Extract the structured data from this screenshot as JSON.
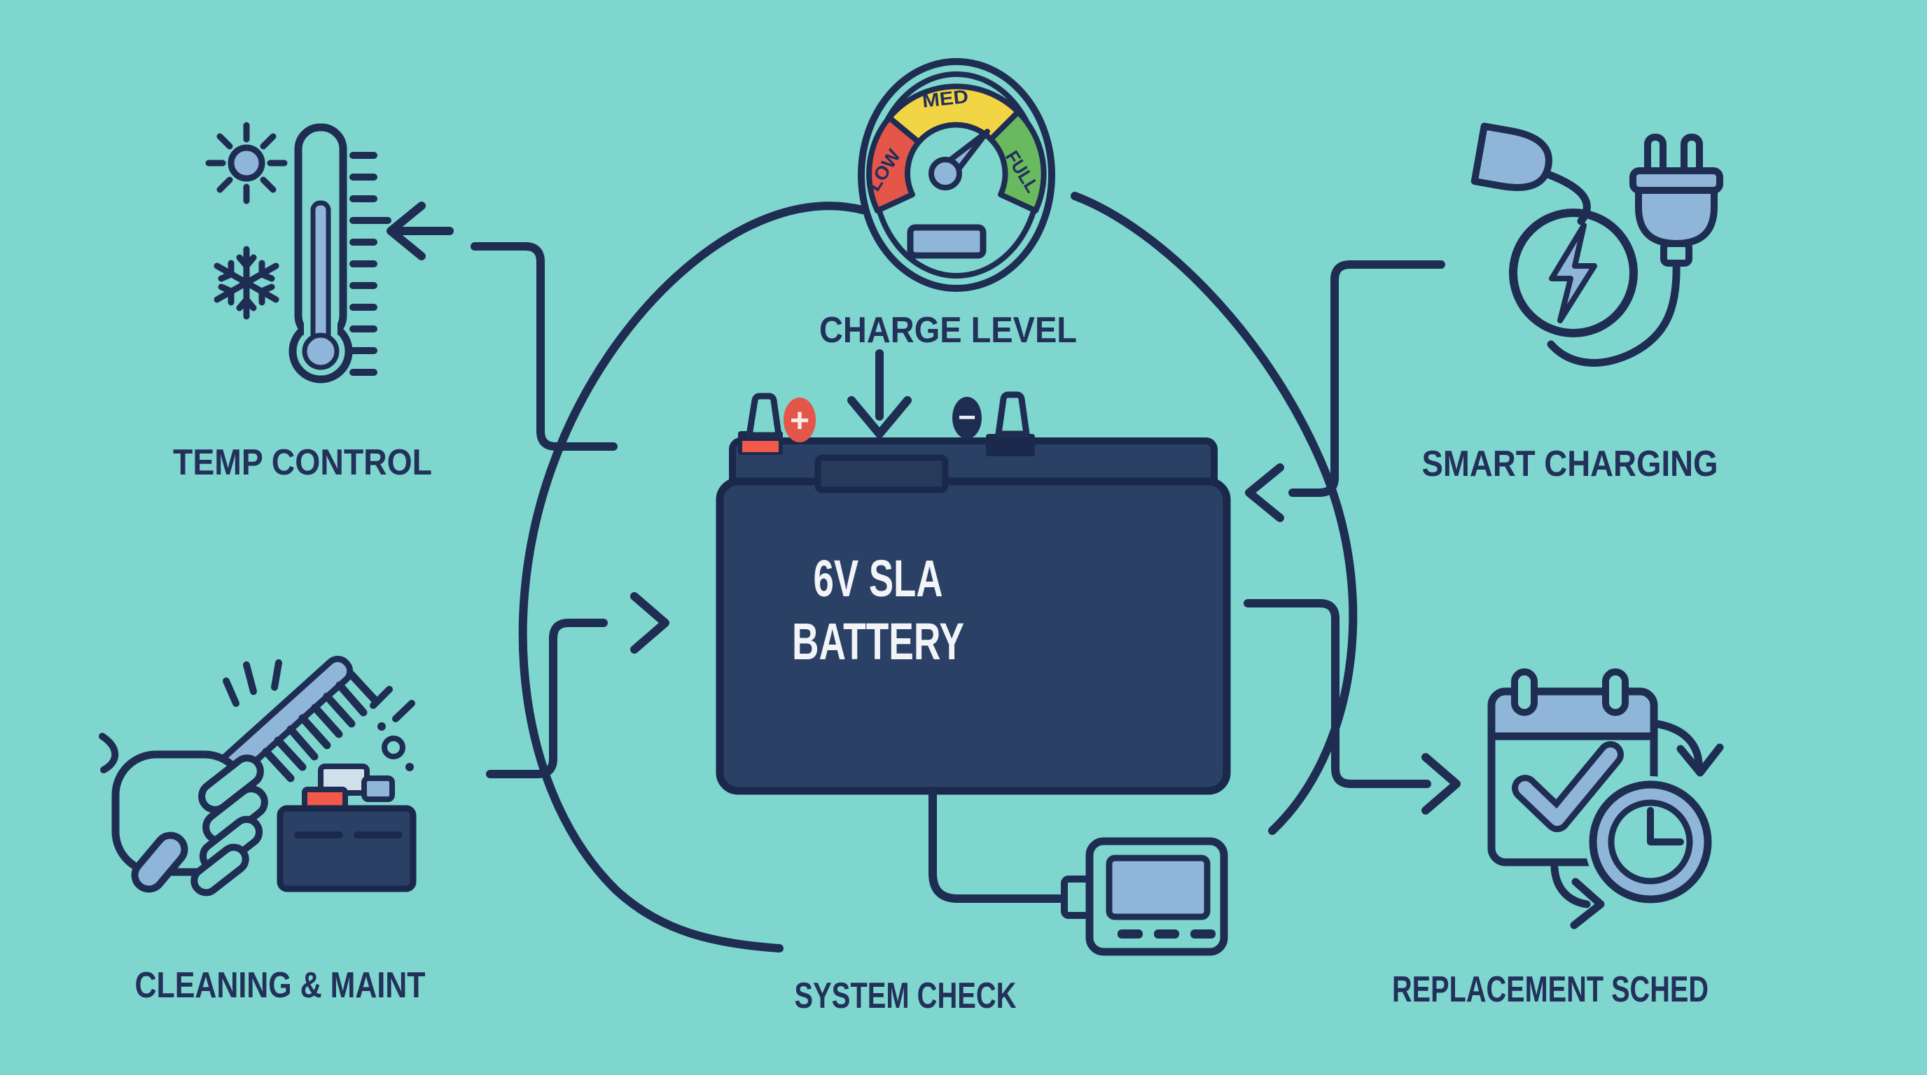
{
  "diagram": {
    "type": "hub-and-spoke battery maintenance infographic",
    "background_color": "#7fd6ce",
    "outline_color": "#1f2d52",
    "accent_light_blue": "#8fb6d8",
    "accent_red": "#e4564a",
    "accent_yellow": "#f2d545",
    "accent_green": "#69b95e",
    "battery_fill": "#2b4065",
    "battery_text_color": "#f2f4f7"
  },
  "labels": {
    "charge_level": "CHARGE LEVEL",
    "temp_control": "TEMP CONTROL",
    "smart_charging": "SMART CHARGING",
    "cleaning_maint": "CLEANING & MAINT",
    "system_check": "SYSTEM CHECK",
    "replacement_sched": "REPLACEMENT SCHED",
    "battery_line1": "6V SLA",
    "battery_line2": "BATTERY",
    "gauge_low": "LOW",
    "gauge_med": "MED",
    "gauge_full": "FULL",
    "terminal_positive": "+",
    "terminal_negative": "−"
  },
  "nodes": [
    {
      "id": "charge-level",
      "label": "CHARGE LEVEL",
      "icon": "gauge-icon",
      "position": "top-center"
    },
    {
      "id": "temp-control",
      "label": "TEMP CONTROL",
      "icon": "thermometer-sun-snowflake-icon",
      "position": "top-left"
    },
    {
      "id": "smart-charging",
      "label": "SMART CHARGING",
      "icon": "plug-lightning-icon",
      "position": "top-right"
    },
    {
      "id": "cleaning-maint",
      "label": "CLEANING & MAINT",
      "icon": "hand-brush-battery-icon",
      "position": "bottom-left"
    },
    {
      "id": "system-check",
      "label": "SYSTEM CHECK",
      "icon": "multimeter-icon",
      "position": "bottom-center"
    },
    {
      "id": "replacement-sched",
      "label": "REPLACEMENT SCHED",
      "icon": "calendar-clock-icon",
      "position": "bottom-right"
    }
  ],
  "center_node": {
    "id": "battery",
    "label_line1": "6V SLA",
    "label_line2": "BATTERY",
    "terminals": [
      "+",
      "−"
    ]
  }
}
